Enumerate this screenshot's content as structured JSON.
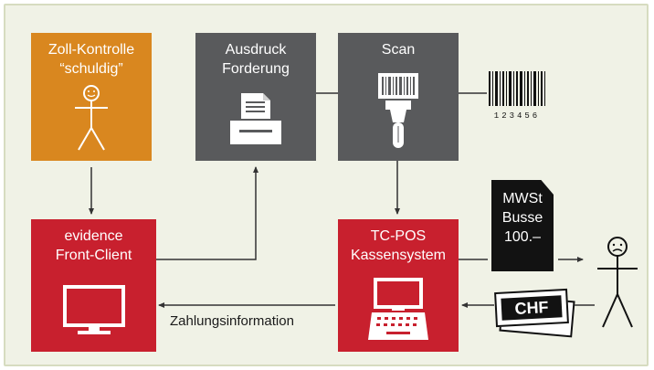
{
  "nodes": {
    "zoll": {
      "line1": "Zoll-Kontrolle",
      "line2": "“schuldig”",
      "icon": "person-icon"
    },
    "ausdruck": {
      "line1": "Ausdruck",
      "line2": "Forderung",
      "icon": "printer-icon"
    },
    "scan": {
      "line1": "Scan",
      "icon": "barcode-scanner-icon"
    },
    "evidence": {
      "line1": "evidence",
      "line2": "Front-Client",
      "icon": "monitor-icon"
    },
    "tcpos": {
      "line1": "TC-POS",
      "line2": "Kassensystem",
      "icon": "pos-terminal-icon"
    }
  },
  "barcode": {
    "digits": "123456"
  },
  "receipt": {
    "line1": "MWSt",
    "line2": "Busse",
    "line3": "100.–"
  },
  "cash": {
    "label": "CHF"
  },
  "edges": {
    "zahlung": "Zahlungsinformation"
  },
  "colors": {
    "orange": "#d9871f",
    "red": "#c8202e",
    "gray": "#595a5c",
    "background": "#f0f2e6"
  }
}
